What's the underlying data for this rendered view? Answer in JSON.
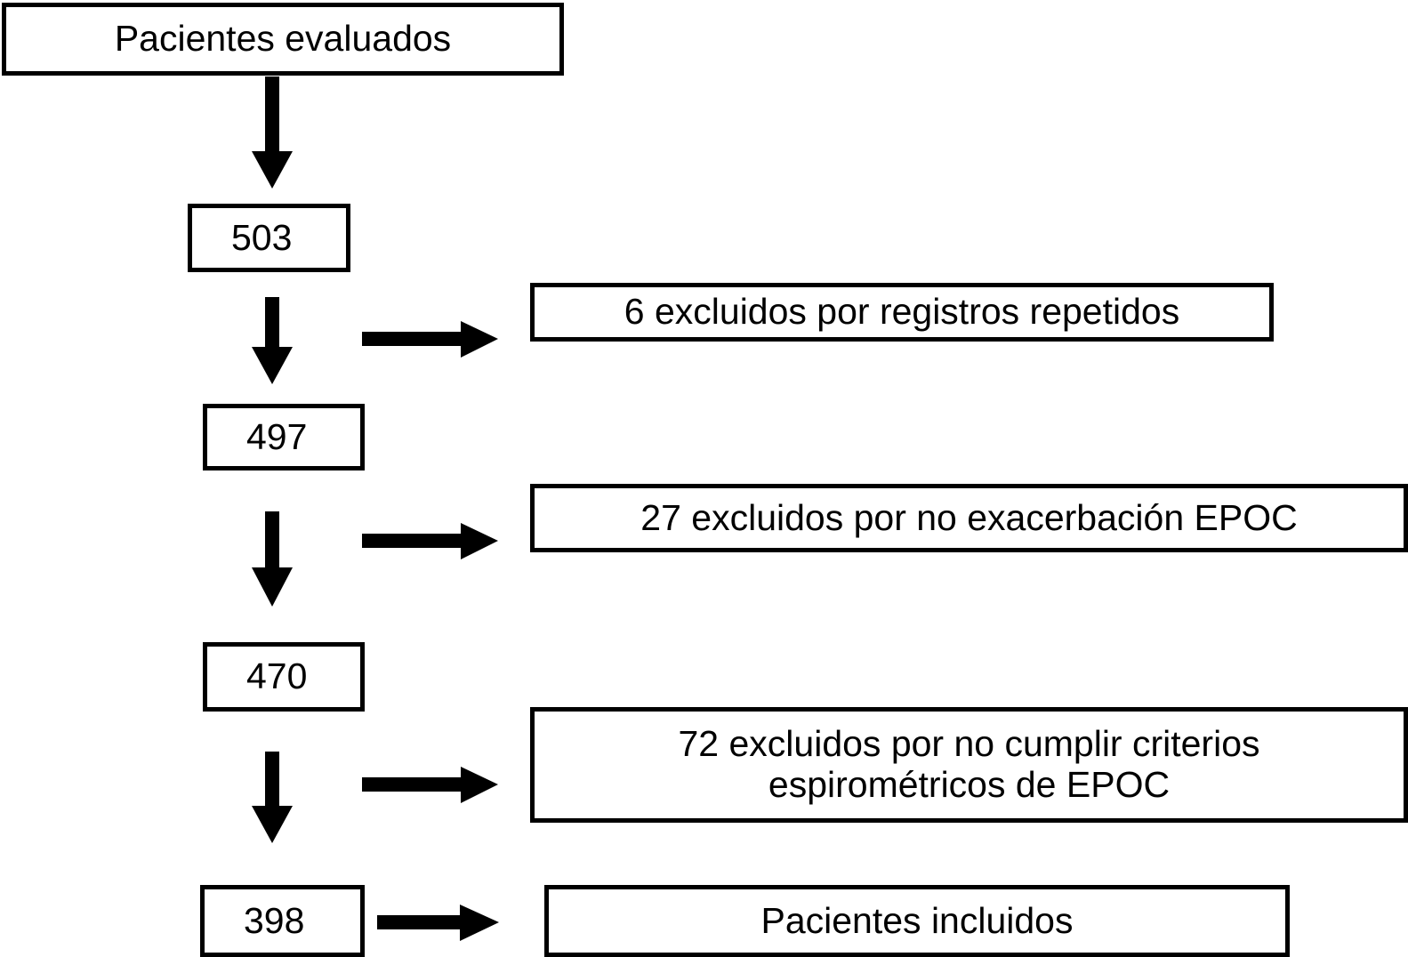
{
  "diagram": {
    "title_box": {
      "label": "Pacientes evaluados"
    },
    "counts": [
      {
        "id": "n503",
        "label": "503"
      },
      {
        "id": "n497",
        "label": "497"
      },
      {
        "id": "n470",
        "label": "470"
      },
      {
        "id": "n398",
        "label": "398"
      }
    ],
    "exclusions": [
      {
        "id": "ex1",
        "label": "6 excluidos por registros repetidos"
      },
      {
        "id": "ex2",
        "label": "27 excluidos por no exacerbación EPOC"
      },
      {
        "id": "ex3",
        "label": "72 excluidos por no cumplir criterios\nespirométricos de EPOC"
      }
    ],
    "outcome_box": {
      "label": "Pacientes incluidos"
    },
    "colors": {
      "stroke": "#000000",
      "fill": "#ffffff",
      "text": "#000000"
    }
  }
}
